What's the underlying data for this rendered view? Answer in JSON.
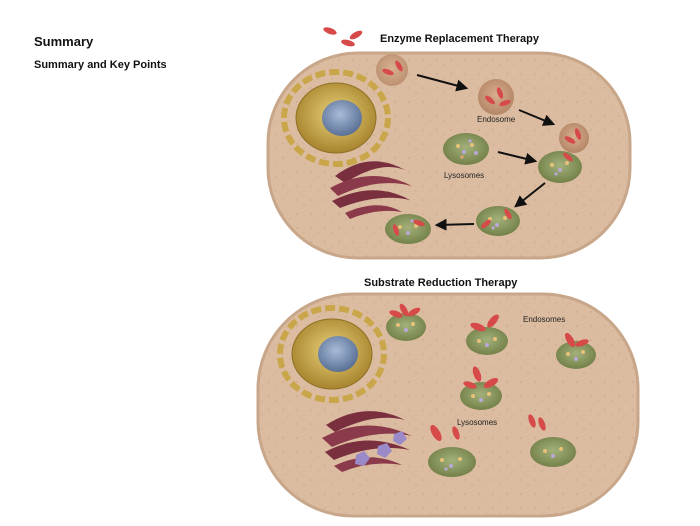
{
  "page": {
    "title": "Summary",
    "subtitle": "Summary and Key Points"
  },
  "diagram": {
    "ert": {
      "heading": "Enzyme Replacement Therapy",
      "label_endosome": "Endosome",
      "label_lysosomes": "Lysosomes"
    },
    "srt": {
      "heading": "Substrate Reduction Therapy",
      "label_endosomes": "Endosomes",
      "label_lysosomes": "Lysosomes"
    }
  },
  "colors": {
    "cell_fill": "#d9b89a",
    "cell_stroke": "#c9aa8f",
    "enzyme": "#d64a4a",
    "lysosome": "#8a9a5b",
    "endosome": "#c9997a",
    "golgi": "#7a2f3f",
    "nucleus_gold": "#c9a64a",
    "nucleus_core": "#7a8fb0",
    "substrate_purple": "#9a8ac8"
  }
}
